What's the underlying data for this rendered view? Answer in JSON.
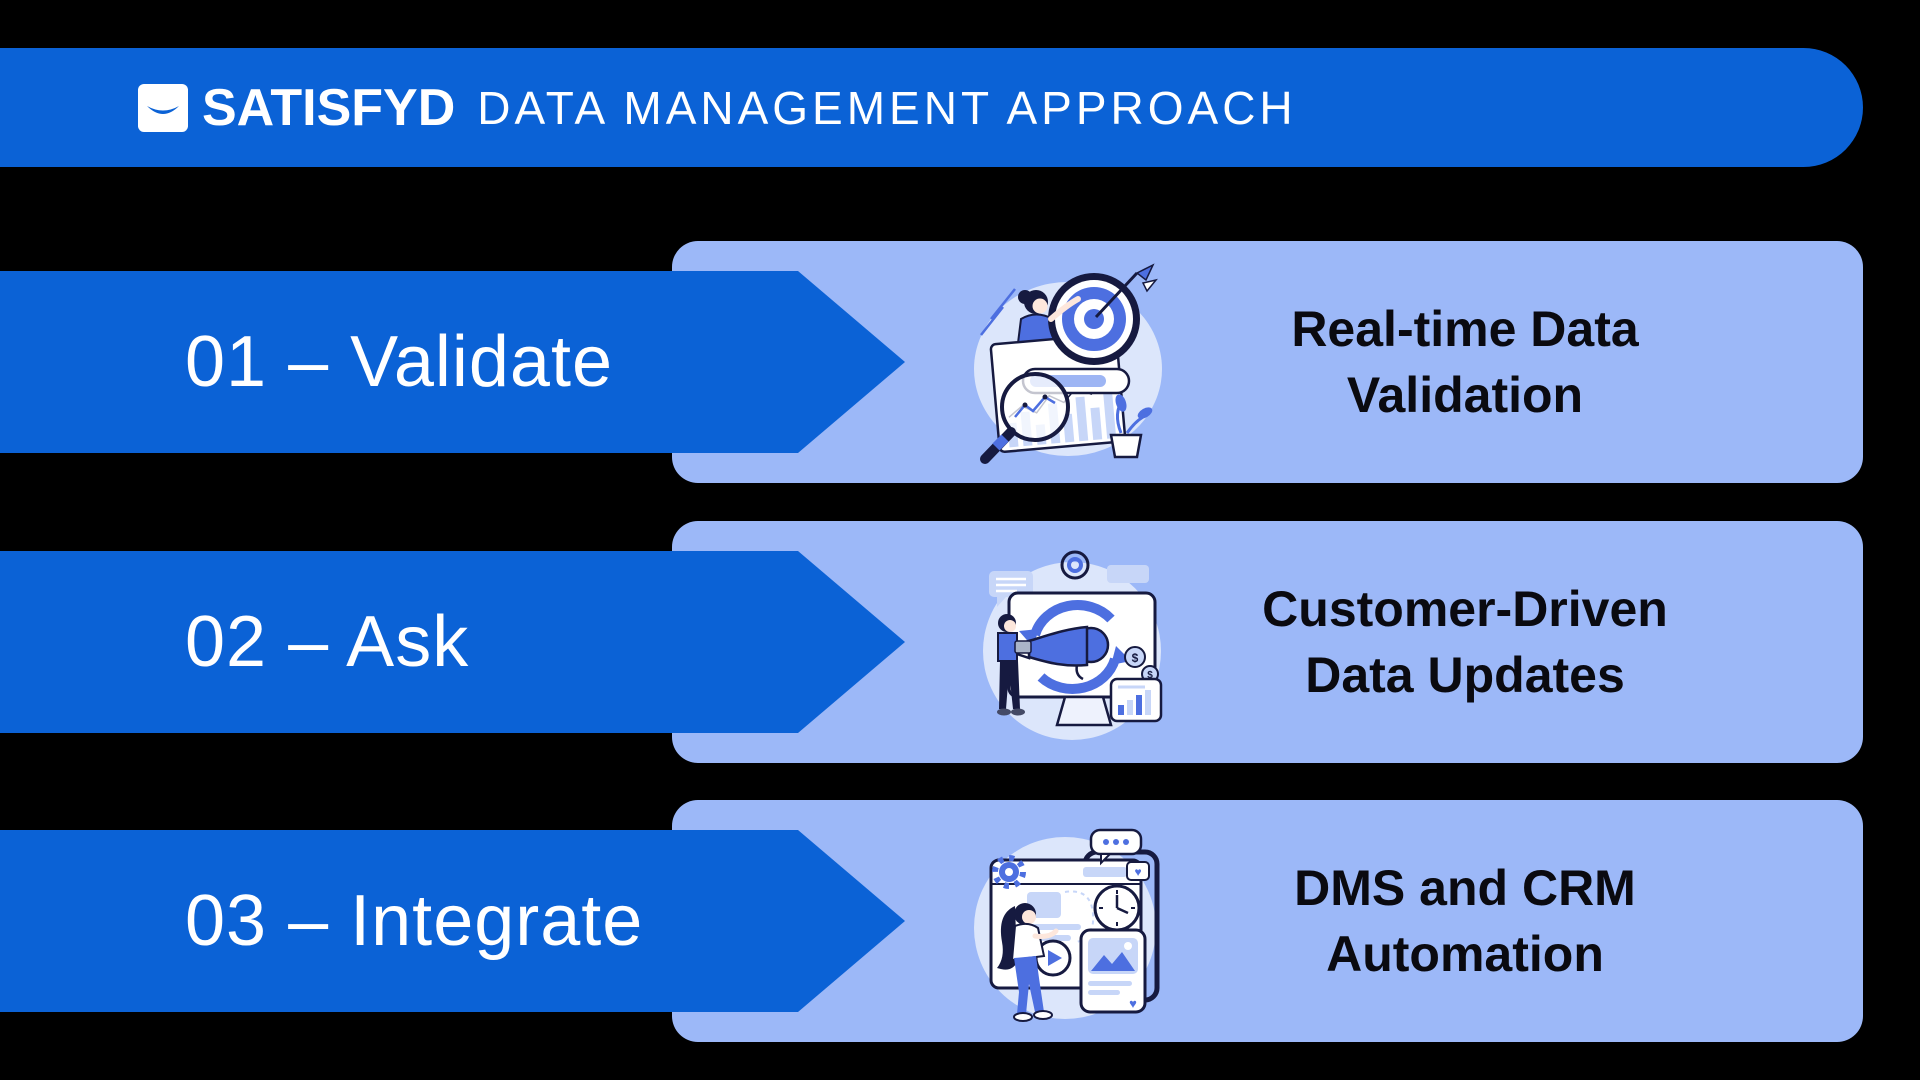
{
  "header": {
    "brand": "SATISFYD",
    "title": "DATA MANAGEMENT APPROACH",
    "logo_icon": "smile-icon"
  },
  "steps": [
    {
      "label": "01 – Validate",
      "description_lines": [
        "Real-time Data",
        "Validation"
      ],
      "icon": "target-dart-magnifier-illustration-icon"
    },
    {
      "label": "02 – Ask",
      "description_lines": [
        "Customer-Driven",
        "Data Updates"
      ],
      "icon": "megaphone-refresh-illustration-icon"
    },
    {
      "label": "03 – Integrate",
      "description_lines": [
        "DMS and CRM",
        "Automation"
      ],
      "icon": "browser-automation-illustration-icon"
    }
  ],
  "colors": {
    "background": "#000000",
    "primary_blue": "#0b62d6",
    "panel_blue": "#9cb8f8",
    "text_dark": "#0a0a10",
    "text_white": "#ffffff",
    "illustration_navy": "#161a40",
    "illustration_blue": "#4d6fe0",
    "illustration_light_blue": "#c7d6f8",
    "illustration_blob": "#dce6fb"
  }
}
